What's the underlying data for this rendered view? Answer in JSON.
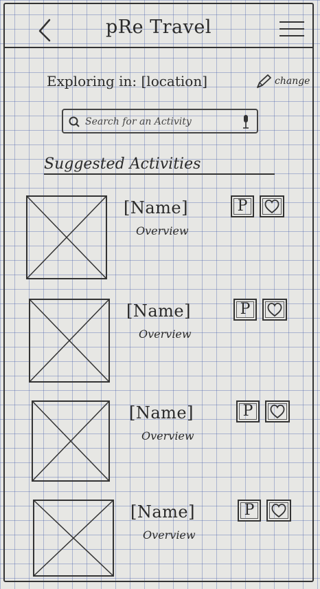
{
  "header": {
    "title": "pRe Travel",
    "back_icon": "chevron-left-icon",
    "menu_icon": "hamburger-menu-icon"
  },
  "location": {
    "label": "Exploring in: [location]",
    "change_label": "change",
    "change_icon": "pencil-icon"
  },
  "search": {
    "placeholder": "Search for an Activity",
    "value": "",
    "search_icon": "search-icon",
    "mic_icon": "microphone-icon"
  },
  "suggested": {
    "title": "Suggested Activities",
    "items": [
      {
        "name": "[Name]",
        "overview": "Overview",
        "p_label": "P",
        "fav_icon": "heart-icon"
      },
      {
        "name": "[Name]",
        "overview": "Overview",
        "p_label": "P",
        "fav_icon": "heart-icon"
      },
      {
        "name": "[Name]",
        "overview": "Overview",
        "p_label": "P",
        "fav_icon": "heart-icon"
      },
      {
        "name": "[Name]",
        "overview": "Overview",
        "p_label": "P",
        "fav_icon": "heart-icon"
      }
    ]
  }
}
